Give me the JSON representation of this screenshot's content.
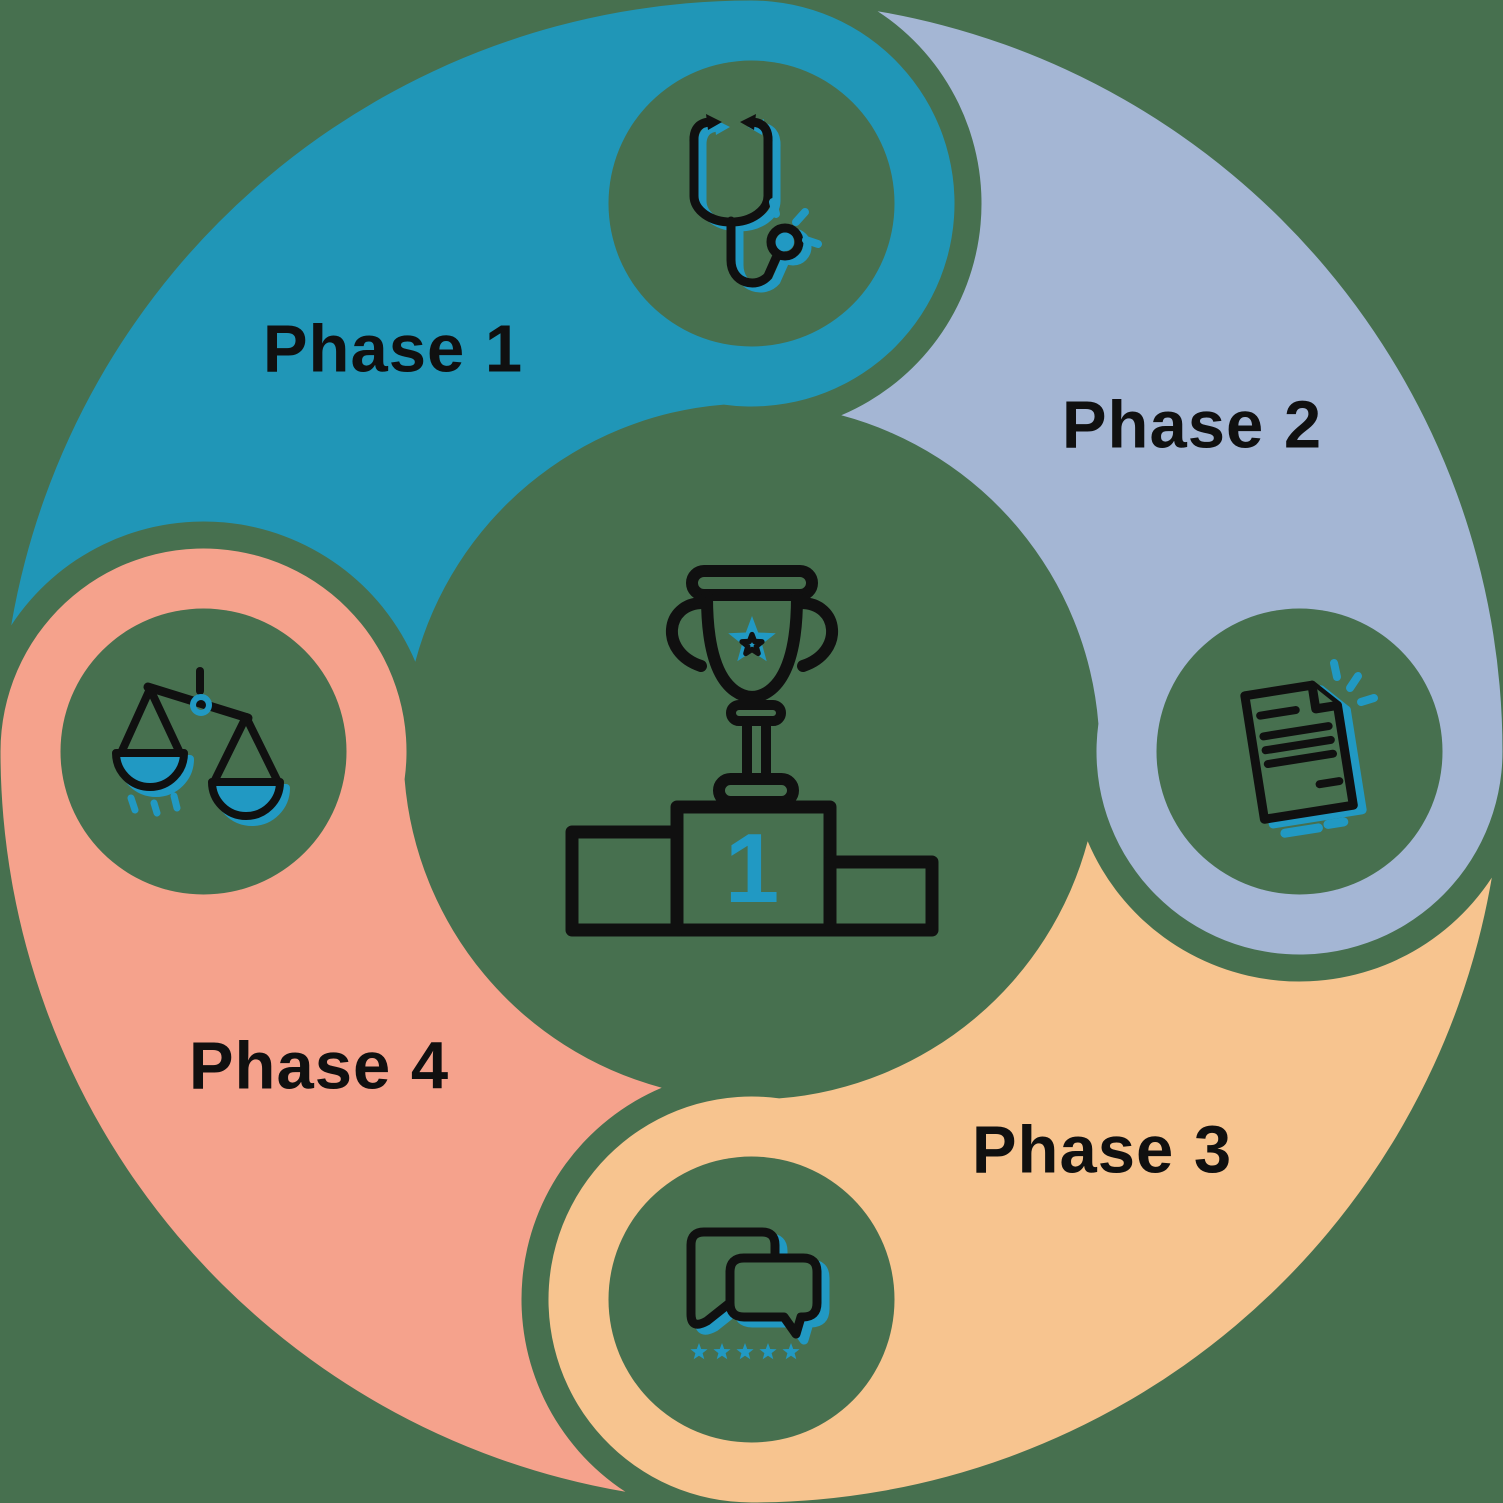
{
  "colors": {
    "background": "#47704f",
    "ink": "#101010",
    "accent": "#2199c3"
  },
  "center": {
    "icon": "trophy-on-winner-podium",
    "rank_label": "1"
  },
  "phases": [
    {
      "label": "Phase 1",
      "color": "#2096b7",
      "icon": "stethoscope"
    },
    {
      "label": "Phase 2",
      "color": "#a4b6d4",
      "icon": "document"
    },
    {
      "label": "Phase 3",
      "color": "#f7c48f",
      "icon": "chat-bubbles-five-star-rating"
    },
    {
      "label": "Phase 4",
      "color": "#f5a28c",
      "icon": "balance-scales"
    }
  ]
}
